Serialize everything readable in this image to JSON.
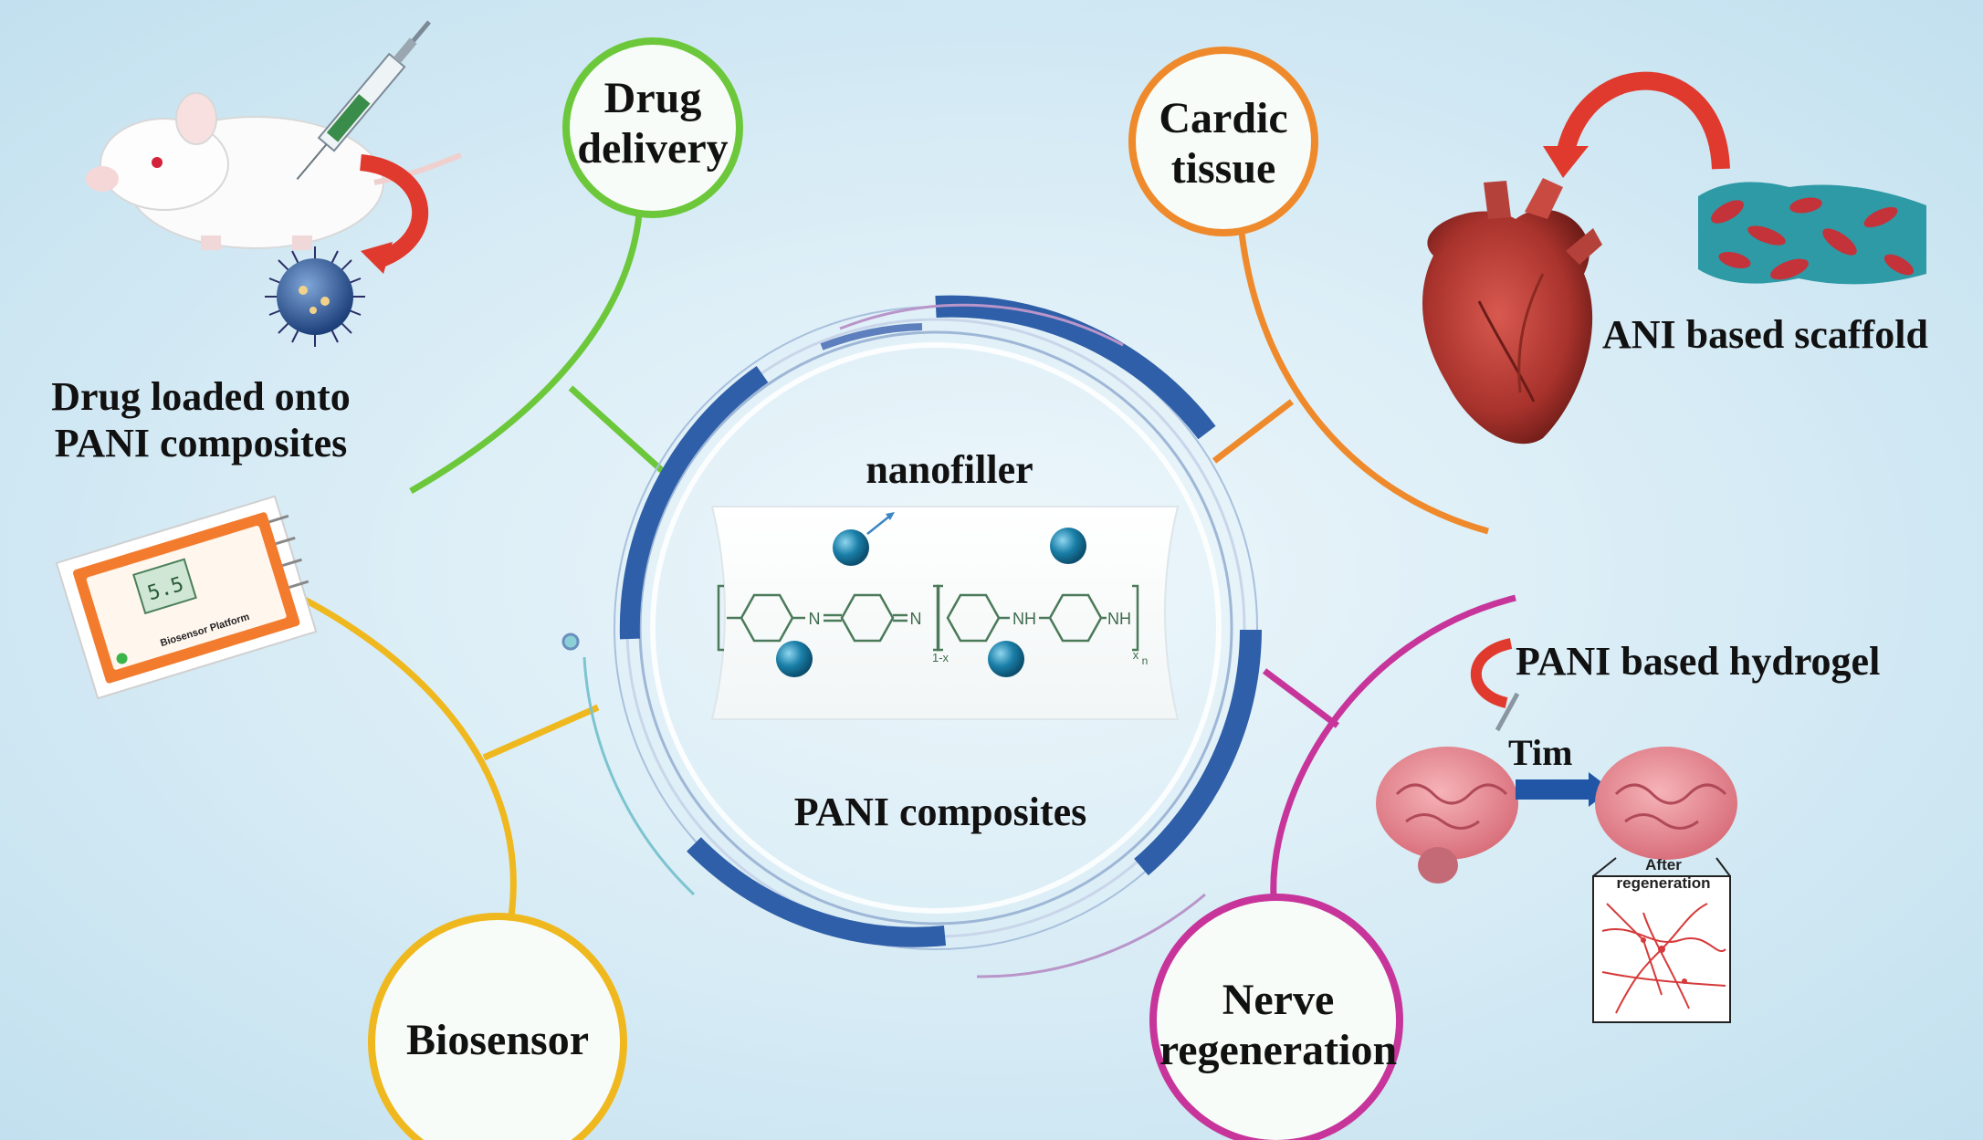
{
  "nodes": {
    "drug_delivery": {
      "line1": "Drug",
      "line2": "delivery",
      "color": "#6cc83a"
    },
    "cardic_tissue": {
      "line1": "Cardic",
      "line2": "tissue",
      "color": "#ef8a2c"
    },
    "biosensor": {
      "label": "Biosensor",
      "color": "#efb81e"
    },
    "nerve_regeneration": {
      "line1": "Nerve",
      "line2": "regeneration",
      "color": "#c7359b"
    }
  },
  "labels": {
    "drug_loaded_line1": "Drug loaded onto",
    "drug_loaded_line2": "PANI composites",
    "scaffold": "ANI based scaffold",
    "hydrogel": "PANI based hydrogel",
    "time": "Tim",
    "after_regen_line1": "After",
    "after_regen_line2": "regeneration",
    "nanofiller": "nanofiller",
    "pani_composites": "PANI composites",
    "biosensor_platform": "Biosensor Platform",
    "device_readout": "5.5"
  },
  "formula": {
    "n_eq_1": "N",
    "n_eq_2": "N",
    "nh_1": "NH",
    "nh_2": "NH",
    "sub_1x": "1-x",
    "sub_x": "x",
    "sub_n": "n"
  },
  "colors": {
    "ring_blue": "#2f5fa8",
    "nanoparticle": "#1a7fa8",
    "formula_green": "#4a7a5a"
  },
  "icons": [
    "mouse-injection-icon",
    "nanoparticle-icon",
    "biosensor-device-icon",
    "heart-icon",
    "scaffold-icon",
    "brain-icon",
    "neuron-network-icon",
    "curved-arrow-icon"
  ]
}
